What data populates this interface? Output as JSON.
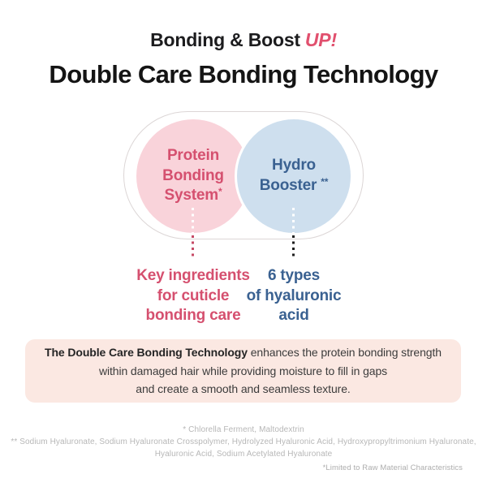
{
  "header": {
    "tagline_prefix": "Bonding & Boost",
    "tagline_highlight": "UP!",
    "title": "Double Care Bonding Technology"
  },
  "venn": {
    "protein_circle": {
      "label": "Protein\nBonding\nSystem",
      "footnote_mark": "*",
      "bg_color": "#f9d3da",
      "text_color": "#d5506f"
    },
    "hydro_circle": {
      "label": "Hydro\nBooster",
      "footnote_mark": "**",
      "bg_color": "#cedfee",
      "text_color": "#3a6191"
    }
  },
  "callouts": {
    "protein": {
      "text": "Key ingredients\nfor cuticle\nbonding care",
      "color": "#d5506f"
    },
    "hydro": {
      "text": "6 types\nof hyaluronic\nacid",
      "color": "#3a6191"
    }
  },
  "description": {
    "bg_color": "#fbe8e2",
    "line1_bold": "The Double Care Bonding Technology",
    "line1_rest": " enhances the protein bonding strength",
    "line2": "within damaged hair while providing moisture to fill in gaps",
    "line3": "and create a smooth and seamless texture."
  },
  "footnotes": {
    "note1": "* Chlorella Ferment, Maltodextrin",
    "note2": "** Sodium Hyaluronate, Sodium Hyaluronate Crosspolymer, Hydrolyzed Hyaluronic Acid, Hydroxypropyltrimonium Hyaluronate, Hyaluronic Acid, Sodium Acetylated Hyaluronate",
    "disclaimer": "*Limited to Raw Material Characteristics"
  }
}
